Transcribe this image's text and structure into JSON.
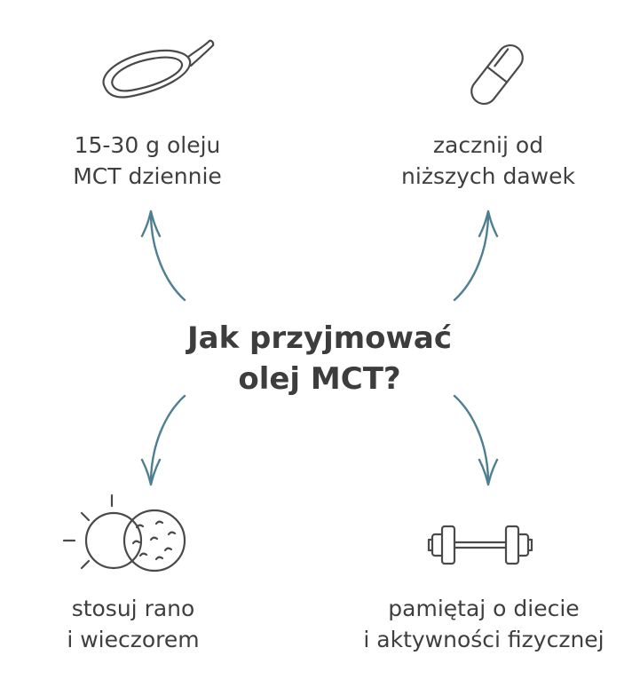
{
  "title": {
    "line1": "Jak przyjmować",
    "line2": "olej MCT?"
  },
  "tips": {
    "top_left": {
      "line1": "15-30 g oleju",
      "line2": "MCT dziennie",
      "icon": "spoon-icon"
    },
    "top_right": {
      "line1": "zacznij od",
      "line2": "niższych dawek",
      "icon": "capsule-icon"
    },
    "bottom_left": {
      "line1": "stosuj rano",
      "line2": "i wieczorem",
      "icon": "sun-moon-icon"
    },
    "bottom_right": {
      "line1": "pamiętaj o diecie",
      "line2": "i aktywności fizycznej",
      "icon": "dumbbell-icon"
    }
  },
  "colors": {
    "arrow": "#4f7f93",
    "icon": "#4a4a4a",
    "text": "#3f3f3f"
  }
}
